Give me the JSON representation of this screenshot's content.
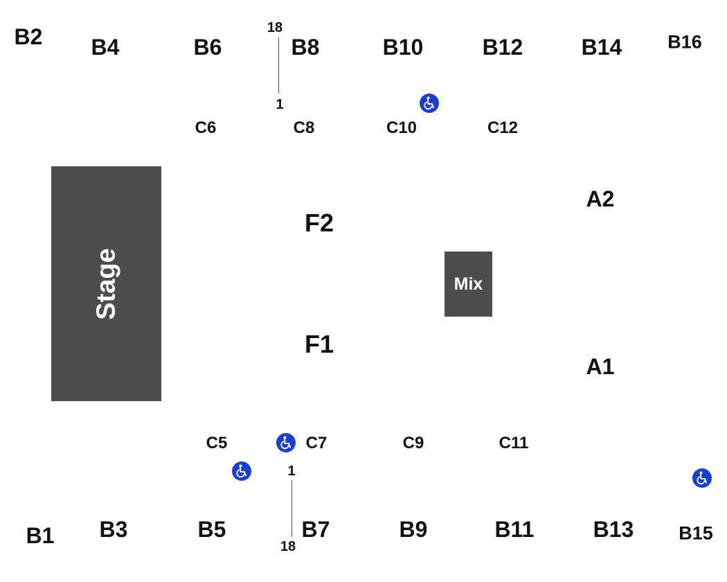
{
  "stage": {
    "label": "Stage"
  },
  "mix": {
    "label": "Mix"
  },
  "sections": {
    "B2": "B2",
    "B4": "B4",
    "B6": "B6",
    "B8": "B8",
    "B10": "B10",
    "B12": "B12",
    "B14": "B14",
    "B16": "B16",
    "B1": "B1",
    "B3": "B3",
    "B5": "B5",
    "B7": "B7",
    "B9": "B9",
    "B11": "B11",
    "B13": "B13",
    "B15": "B15",
    "C5": "C5",
    "C6": "C6",
    "C7": "C7",
    "C8": "C8",
    "C9": "C9",
    "C10": "C10",
    "C11": "C11",
    "C12": "C12",
    "F1": "F1",
    "F2": "F2",
    "A1": "A1",
    "A2": "A2"
  },
  "row_markers": {
    "top_start": "18",
    "top_end": "1",
    "bottom_start": "1",
    "bottom_end": "18"
  },
  "icons": {
    "accessible": "wheelchair-icon",
    "accessible_color": "#1a3fcf"
  },
  "colors": {
    "block_fill": "#4d4d4d",
    "block_text": "#ffffff",
    "label_text": "#111111"
  }
}
